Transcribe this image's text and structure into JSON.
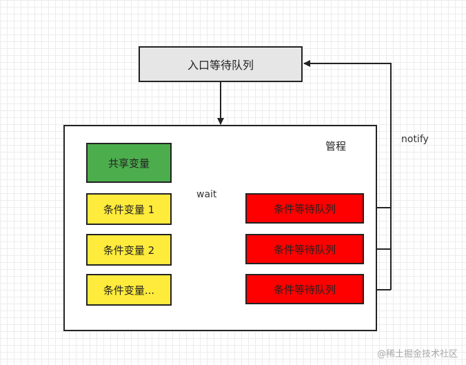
{
  "entry_queue": "入口等待队列",
  "monitor": "管程",
  "shared_variable": "共享变量",
  "wait": "wait",
  "notify": "notify",
  "conditions": [
    {
      "variable": "条件变量 1",
      "queue": "条件等待队列"
    },
    {
      "variable": "条件变量 2",
      "queue": "条件等待队列"
    },
    {
      "variable": "条件变量...",
      "queue": "条件等待队列"
    }
  ],
  "watermark": "@稀土掘金技术社区",
  "colors": {
    "entry_fill": "#e6e6e6",
    "shared_fill": "#4cad4c",
    "condition_fill": "#ffeb3b",
    "queue_fill": "#ff0000",
    "line": "#222222"
  }
}
